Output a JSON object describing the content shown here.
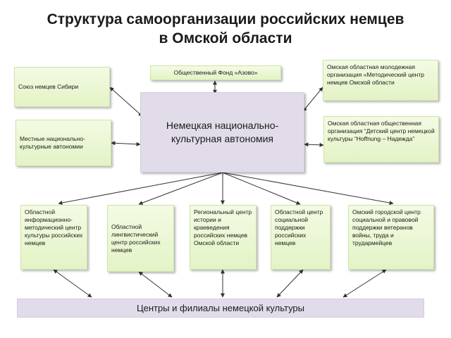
{
  "title": {
    "line1": "Структура самоорганизации российских немцев",
    "line2": "в Омской области"
  },
  "center": {
    "text": "Немецкая национально-культурная автономия"
  },
  "top_boxes": {
    "soyuz": "Союз немцев Сибири",
    "fond": "Общественный Фонд «Азово»",
    "molodezh": "Омская областная молодежная организация «Методический центр немцев Омской области",
    "mestnye": "Местные национально-культурные автономии",
    "hoffnung": "Омская областная общественная организация “Детский центр немецкой культуры “Hoffnung – Надежда”"
  },
  "lower_boxes": [
    "Областной информационно-методический центр культуры российских немцев",
    "Областной лингвистический центр российских немцев",
    "Региональный центр истории и краеведения российских немцев Омской области",
    "Областной центр социальной поддержки российских немцев",
    "Омский городской центр социальной и правовой поддержки ветеранов войны, труда и трудармейцев"
  ],
  "bottom_bar": {
    "text": "Центры и филиалы немецкой культуры"
  },
  "colors": {
    "box_fill": "#e3f3c6",
    "center_fill": "#e2dcea",
    "arrow": "#333333"
  }
}
